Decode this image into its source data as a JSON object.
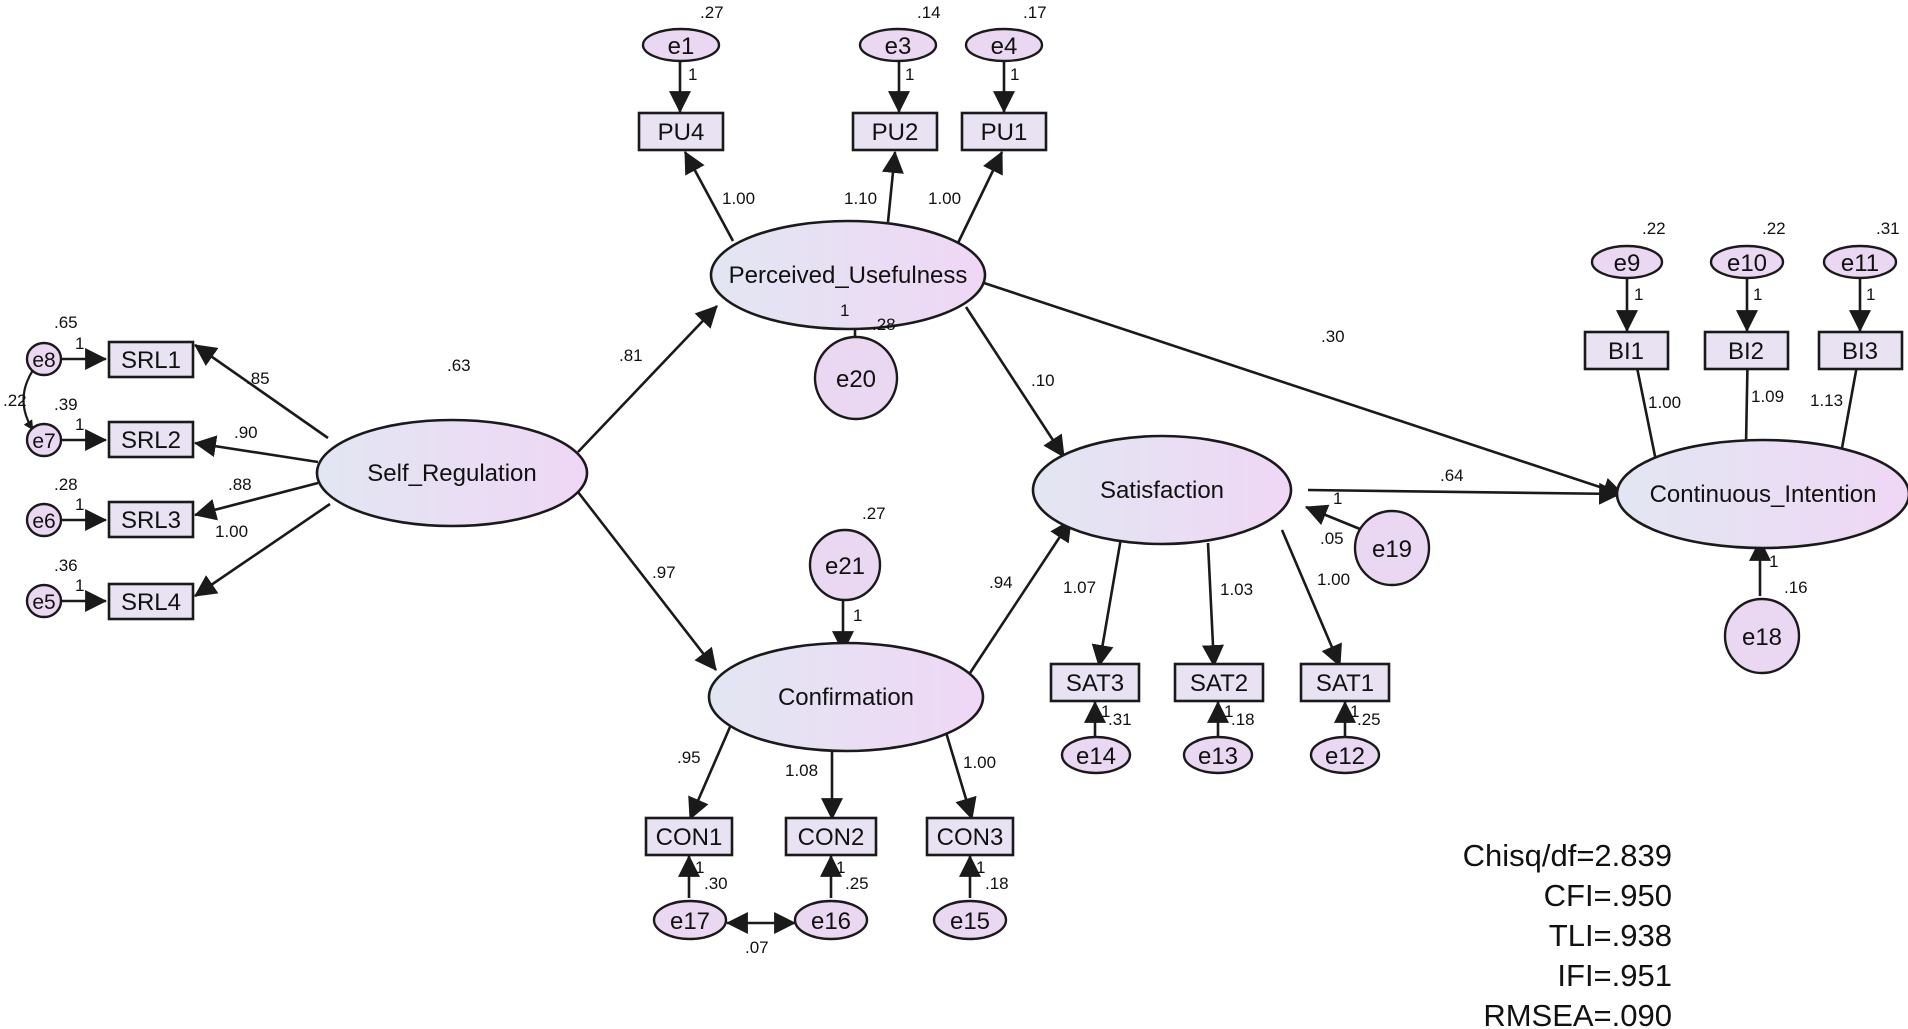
{
  "colors": {
    "grad_left": "#e2e6f2",
    "grad_right": "#efd7f5",
    "box_fill": "#e8e2f2",
    "error_fill": "#ead8f2",
    "stroke": "#1a1a1a"
  },
  "latents": {
    "self_regulation": "Self_Regulation",
    "perceived_usefulness": "Perceived_Usefulness",
    "confirmation": "Confirmation",
    "satisfaction": "Satisfaction",
    "continuous_intention": "Continuous_Intention"
  },
  "observed": {
    "srl1": "SRL1",
    "srl2": "SRL2",
    "srl3": "SRL3",
    "srl4": "SRL4",
    "pu4": "PU4",
    "pu2": "PU2",
    "pu1": "PU1",
    "bi1": "BI1",
    "bi2": "BI2",
    "bi3": "BI3",
    "sat3": "SAT3",
    "sat2": "SAT2",
    "sat1": "SAT1",
    "con1": "CON1",
    "con2": "CON2",
    "con3": "CON3"
  },
  "errors": {
    "e1": "e1",
    "e3": "e3",
    "e4": "e4",
    "e5": "e5",
    "e6": "e6",
    "e7": "e7",
    "e8": "e8",
    "e9": "e9",
    "e10": "e10",
    "e11": "e11",
    "e12": "e12",
    "e13": "e13",
    "e14": "e14",
    "e15": "e15",
    "e16": "e16",
    "e17": "e17",
    "e18": "e18",
    "e19": "e19",
    "e20": "e20",
    "e21": "e21"
  },
  "variances": {
    "e1": ".27",
    "e3": ".14",
    "e4": ".17",
    "e8": ".65",
    "e7": ".39",
    "e6": ".28",
    "e5": ".36",
    "e9": ".22",
    "e10": ".22",
    "e11": ".31",
    "e20": ".28",
    "e21": ".27",
    "e19": ".05",
    "e18": ".16",
    "e14": ".31",
    "e13": ".18",
    "e12": ".25",
    "e17": ".30",
    "e16": ".25",
    "e15": ".18",
    "self_regulation": ".63"
  },
  "fixed_one": "1",
  "loadings": {
    "pu4": "1.00",
    "pu2": "1.10",
    "pu1": "1.00",
    "srl1": ".85",
    "srl2": ".90",
    "srl3": ".88",
    "srl4": "1.00",
    "bi1": "1.00",
    "bi2": "1.09",
    "bi3": "1.13",
    "sat3": "1.07",
    "sat2": "1.03",
    "sat1": "1.00",
    "con1": ".95",
    "con2": "1.08",
    "con3": "1.00"
  },
  "paths": {
    "sr_pu": ".81",
    "sr_con": ".97",
    "pu_sat": ".10",
    "pu_ci": ".30",
    "con_sat": ".94",
    "sat_ci": ".64"
  },
  "covariances": {
    "e8_e7": ".22",
    "e17_e16": ".07"
  },
  "fit": {
    "chisq": "Chisq/df=2.839",
    "cfi": "CFI=.950",
    "tli": "TLI=.938",
    "ifi": "IFI=.951",
    "rmsea": "RMSEA=.090"
  }
}
